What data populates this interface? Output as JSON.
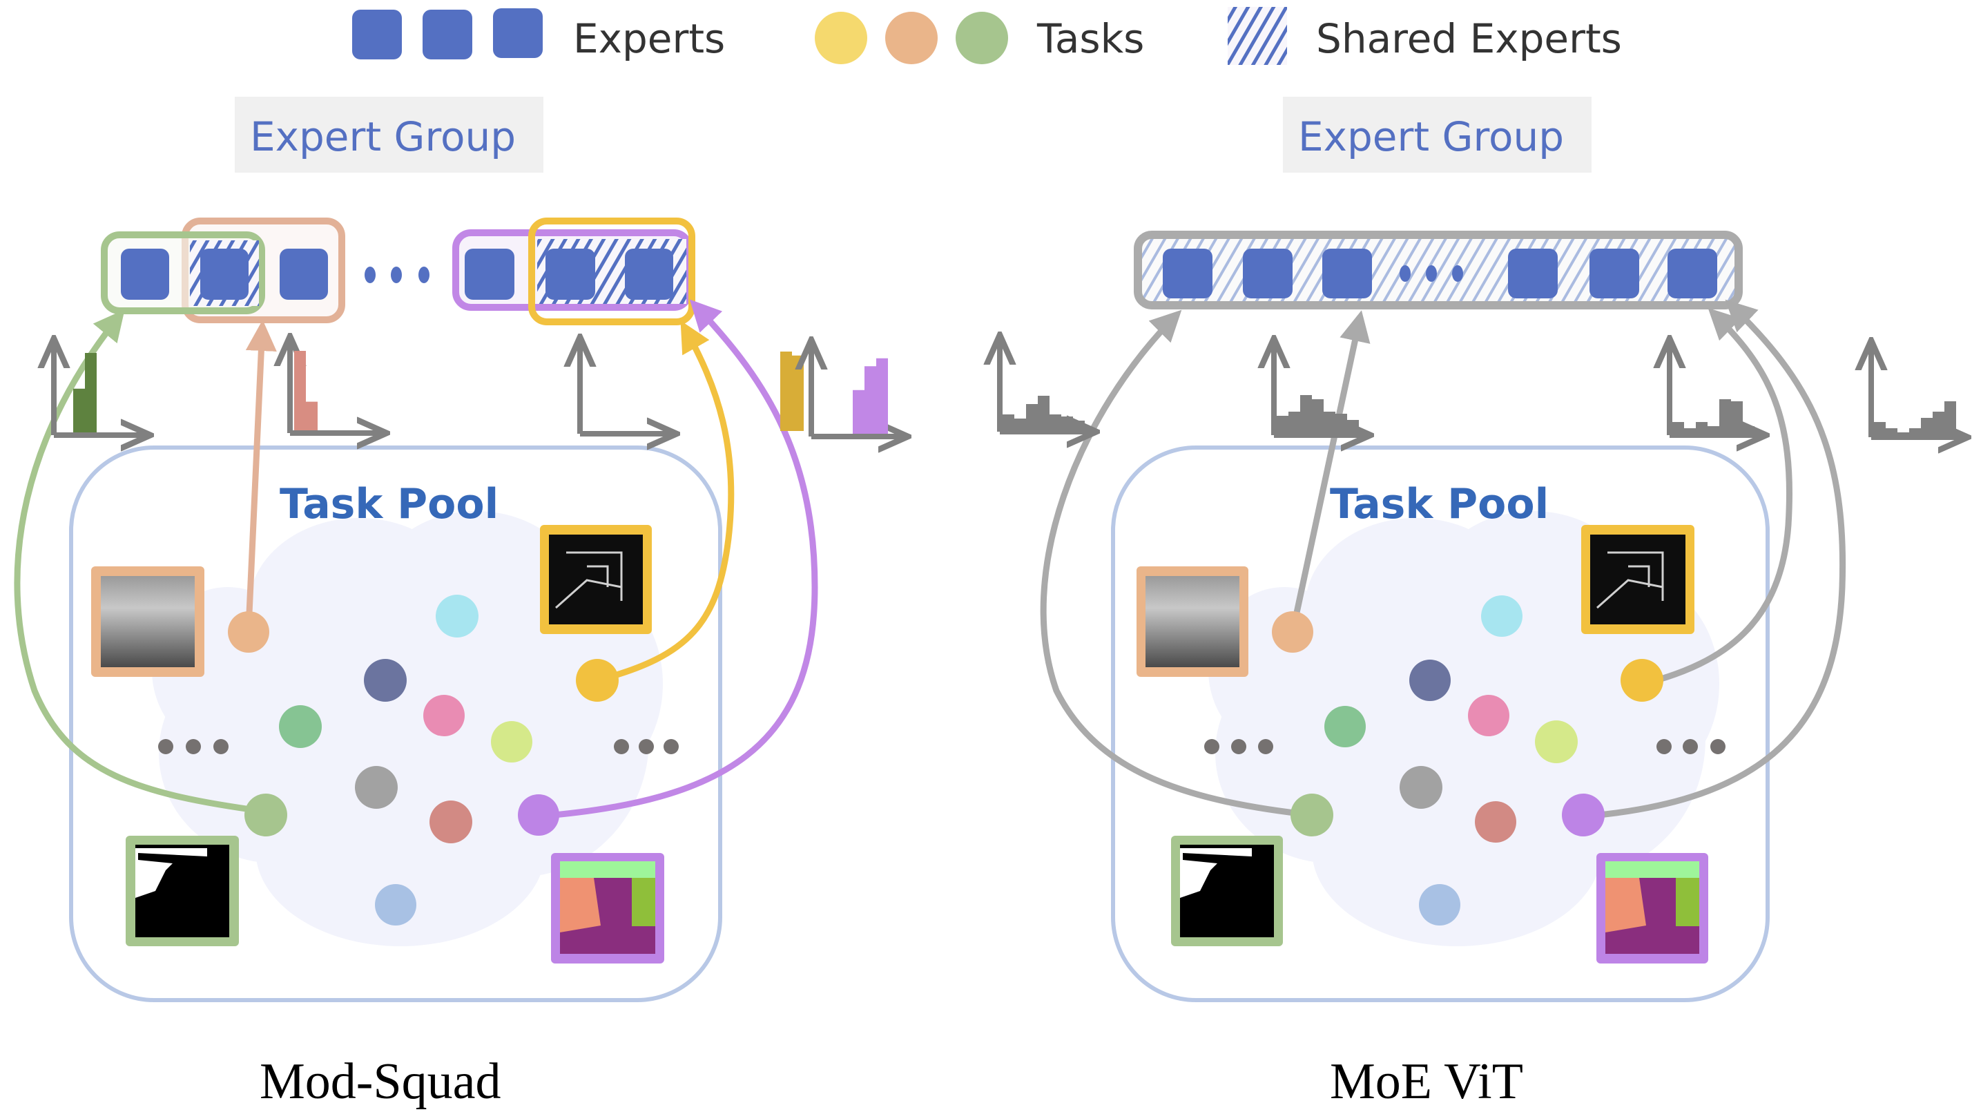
{
  "legend": {
    "experts_label": "Experts",
    "tasks_label": "Tasks",
    "shared_label": "Shared Experts",
    "expert_color": "#5470c2",
    "task_colors": [
      "#f5d96e",
      "#eab58a",
      "#a6c58e"
    ]
  },
  "panels": [
    {
      "id": "mod-squad",
      "caption": "Mod-Squad",
      "expert_group_label": "Expert Group",
      "task_pool_label": "Task Pool",
      "expert_count_shown": 6,
      "ellipsis": "...",
      "groups": [
        {
          "task": "green",
          "color": "#a6c58e",
          "experts": [
            1,
            2
          ]
        },
        {
          "task": "orange",
          "color": "#e2b197",
          "experts": [
            2,
            3
          ]
        },
        {
          "task": "purple",
          "color": "#c187e6",
          "experts": [
            4,
            5,
            6
          ]
        },
        {
          "task": "yellow",
          "color": "#f2c13f",
          "experts": [
            5,
            6
          ]
        }
      ],
      "shared_experts": [
        2,
        5,
        6
      ],
      "histograms": [
        {
          "task": "green",
          "color": "#5e823f",
          "values": [
            0.55,
            1.0
          ]
        },
        {
          "task": "orange",
          "color": "#d88d82",
          "values": [
            1.0,
            0.36
          ]
        },
        {
          "task": "yellow",
          "color": "#d8ad37",
          "values": [
            1.0,
            0.95
          ]
        },
        {
          "task": "purple",
          "color": "#c187e6",
          "values": [
            0.55,
            0.85,
            0.95
          ]
        }
      ]
    },
    {
      "id": "moe-vit",
      "caption": "MoE ViT",
      "expert_group_label": "Expert Group",
      "task_pool_label": "Task Pool",
      "expert_count_shown": 6,
      "ellipsis": "...",
      "all_shared": true,
      "histograms": [
        {
          "task": "green",
          "color": "#808080",
          "values": [
            0.35,
            0.25,
            0.6,
            0.8,
            0.35,
            0.3,
            0.2
          ]
        },
        {
          "task": "orange",
          "color": "#808080",
          "values": [
            0.4,
            0.5,
            0.9,
            0.8,
            0.5,
            0.45,
            0.3
          ]
        },
        {
          "task": "yellow",
          "color": "#808080",
          "values": [
            0.25,
            0.1,
            0.25,
            0.15,
            0.8,
            0.75,
            0.15
          ]
        },
        {
          "task": "purple",
          "color": "#808080",
          "values": [
            0.3,
            0.15,
            0.05,
            0.15,
            0.4,
            0.55,
            0.8
          ]
        }
      ]
    }
  ],
  "task_dots": [
    {
      "name": "orange-task",
      "color": "#eab58a"
    },
    {
      "name": "cyan-task",
      "color": "#a7e5f0"
    },
    {
      "name": "navy-task",
      "color": "#6b749f"
    },
    {
      "name": "yellow-task",
      "color": "#f2c13f"
    },
    {
      "name": "green-task",
      "color": "#86c493"
    },
    {
      "name": "pink-task",
      "color": "#e98cb3"
    },
    {
      "name": "lime-task",
      "color": "#d5e98a"
    },
    {
      "name": "gray-task",
      "color": "#a2a2a2"
    },
    {
      "name": "sage-task",
      "color": "#a6c58e"
    },
    {
      "name": "rose-task",
      "color": "#d28a84"
    },
    {
      "name": "purple-task",
      "color": "#bd84e6"
    },
    {
      "name": "blue-task",
      "color": "#a8c1e4"
    }
  ],
  "thumbnails": [
    {
      "name": "depth-thumbnail",
      "border": "#eab58a"
    },
    {
      "name": "edge-thumbnail",
      "border": "#f2c13f"
    },
    {
      "name": "segmentation-thumbnail",
      "border": "#a6c58e"
    },
    {
      "name": "normals-thumbnail",
      "border": "#bd84e6"
    }
  ]
}
